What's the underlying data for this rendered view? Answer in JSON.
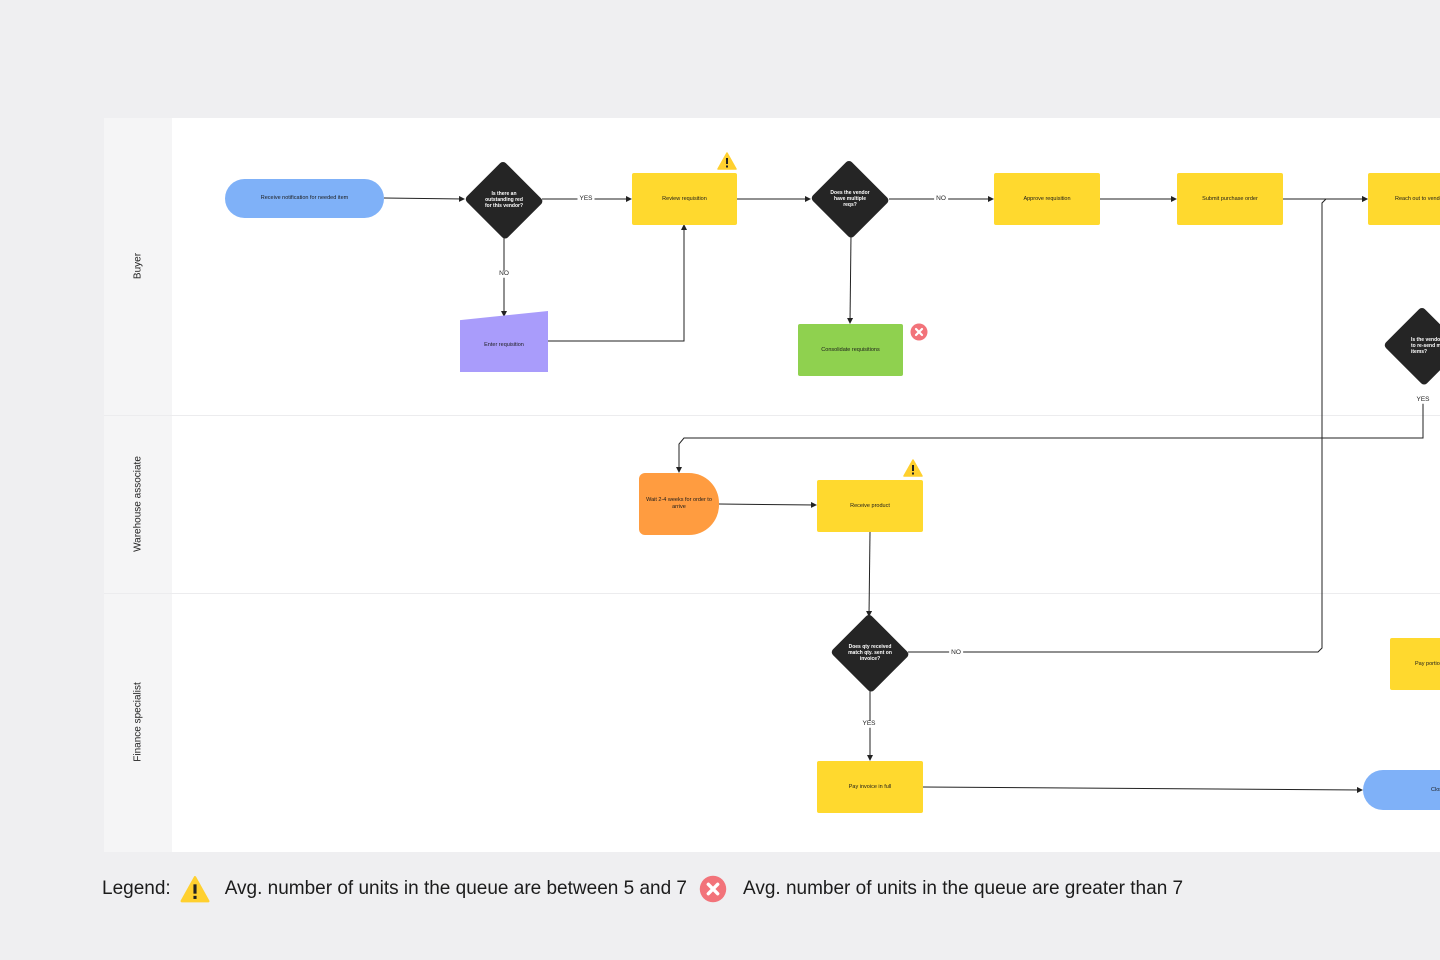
{
  "lanes": [
    {
      "label": "Buyer"
    },
    {
      "label": "Warehouse associate"
    },
    {
      "label": "Finance specialist"
    }
  ],
  "nodes": {
    "receive_notification": "Receive notification for needed item",
    "outstanding_req": "Is there an outstanding red for this vendor?",
    "review_requisition": "Review requisition",
    "vendor_multiple_reqs": "Does the vendor have multiple reqs?",
    "approve_requisition": "Approve requisition",
    "submit_purchase_order": "Submit purchase order",
    "reach_out_vendor": "Reach out to vendor",
    "enter_requisition": "Enter requisition",
    "consolidate_requisitions": "Consolidate requisitions",
    "vendor_resend": "Is the vendor able to re-send missing items?",
    "wait_order": "Wait 2-4 weeks for order to arrive",
    "receive_product": "Receive product",
    "qty_match": "Does qty received match qty. sent on invoice?",
    "pay_portion": "Pay portion",
    "pay_in_full": "Pay invoice in full",
    "close": "Close"
  },
  "edge_labels": {
    "yes": "YES",
    "no": "NO"
  },
  "legend": {
    "title": "Legend:",
    "warning_text": "Avg. number of units in the queue are between 5 and 7",
    "error_text": "Avg. number of units in the queue are greater than 7"
  },
  "colors": {
    "process": "#ffd92e",
    "terminator": "#7fb1f8",
    "decision": "#252525",
    "manual_input": "#a99cfb",
    "delay": "#ff9c40",
    "consolidate": "#8fd14f",
    "warning": "#ffd02f",
    "error": "#f2737a"
  }
}
